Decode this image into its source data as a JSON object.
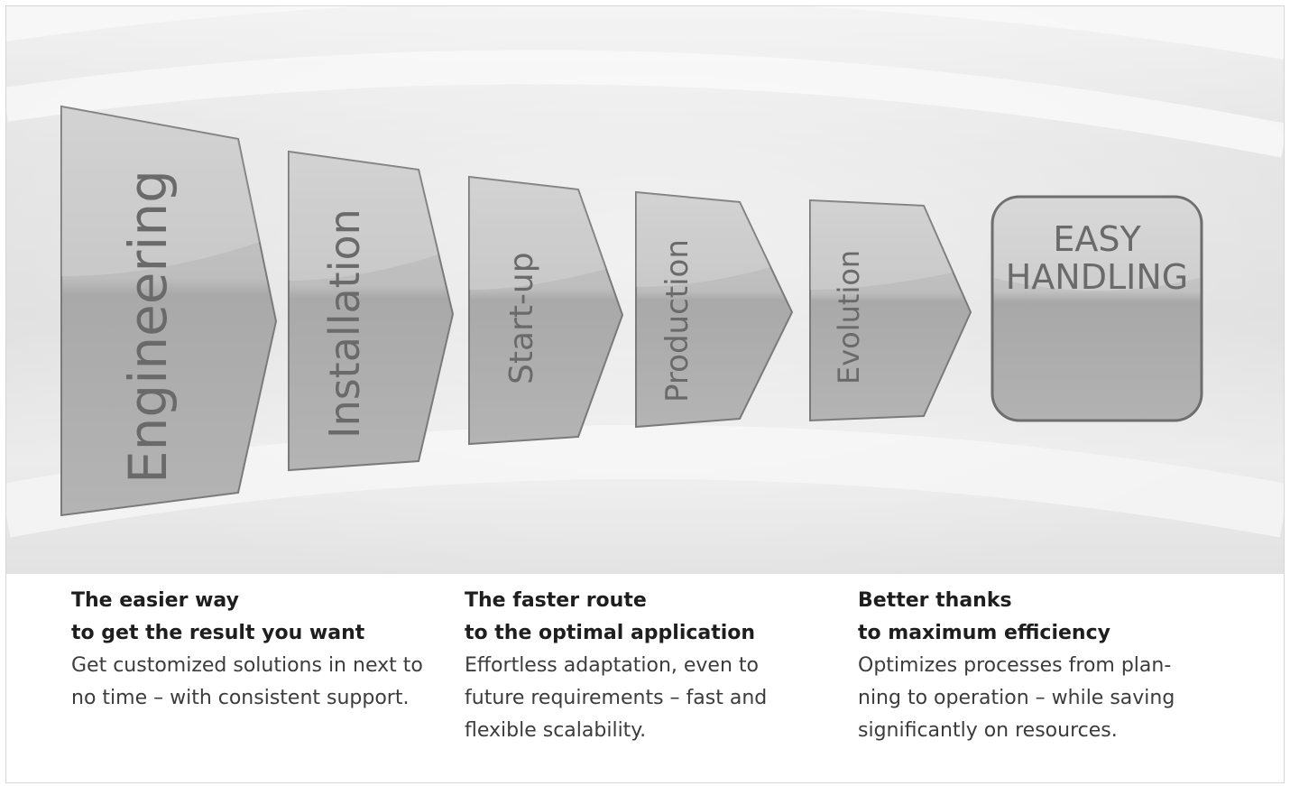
{
  "steps": [
    {
      "label": "Engineering"
    },
    {
      "label": "Installation"
    },
    {
      "label": "Start-up"
    },
    {
      "label": "Production"
    },
    {
      "label": "Evolution"
    }
  ],
  "final_box": {
    "line1": "EASY",
    "line2": "HANDLING"
  },
  "columns": [
    {
      "heading_line1": "The easier way",
      "heading_line2": "to get the result you want",
      "body_line1": "Get customized solutions in next to",
      "body_line2": "no time – with consistent support.",
      "body_line3": ""
    },
    {
      "heading_line1": "The faster route",
      "heading_line2": "to the optimal application",
      "body_line1": "Effortless adaptation, even to",
      "body_line2": "future requirements – fast and",
      "body_line3": "flexible scalability."
    },
    {
      "heading_line1": "Better thanks",
      "heading_line2": "to maximum efficiency",
      "body_line1": "Optimizes processes from plan-",
      "body_line2": "ning to operation – while saving",
      "body_line3": "significantly on resources."
    }
  ]
}
